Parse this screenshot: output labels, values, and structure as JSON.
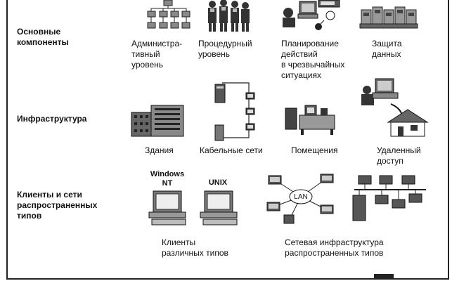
{
  "rows": {
    "core": "Основные\nкомпоненты",
    "infra": "Инфраструктура",
    "clients": "Клиенты и сети\nраспространенных\nтипов"
  },
  "captions": {
    "admin": "Администра-\nтивный\nуровень",
    "procedural": "Процедурный\nуровень",
    "emergency": "Планирование\nдействий\nв чрезвычайных\n ситуациях",
    "data_protection": "Защита\nданных",
    "buildings": "Здания",
    "cabling": "Кабельные сети",
    "premises": "Помещения",
    "remote": "Удаленный\nдоступ",
    "client_types": "Клиенты\nразличных типов",
    "network": "Сетевая инфраструктура\nраспространенных типов"
  },
  "labels": {
    "windows": "Windows\nNT",
    "unix": "UNIX",
    "lan": "LAN"
  }
}
